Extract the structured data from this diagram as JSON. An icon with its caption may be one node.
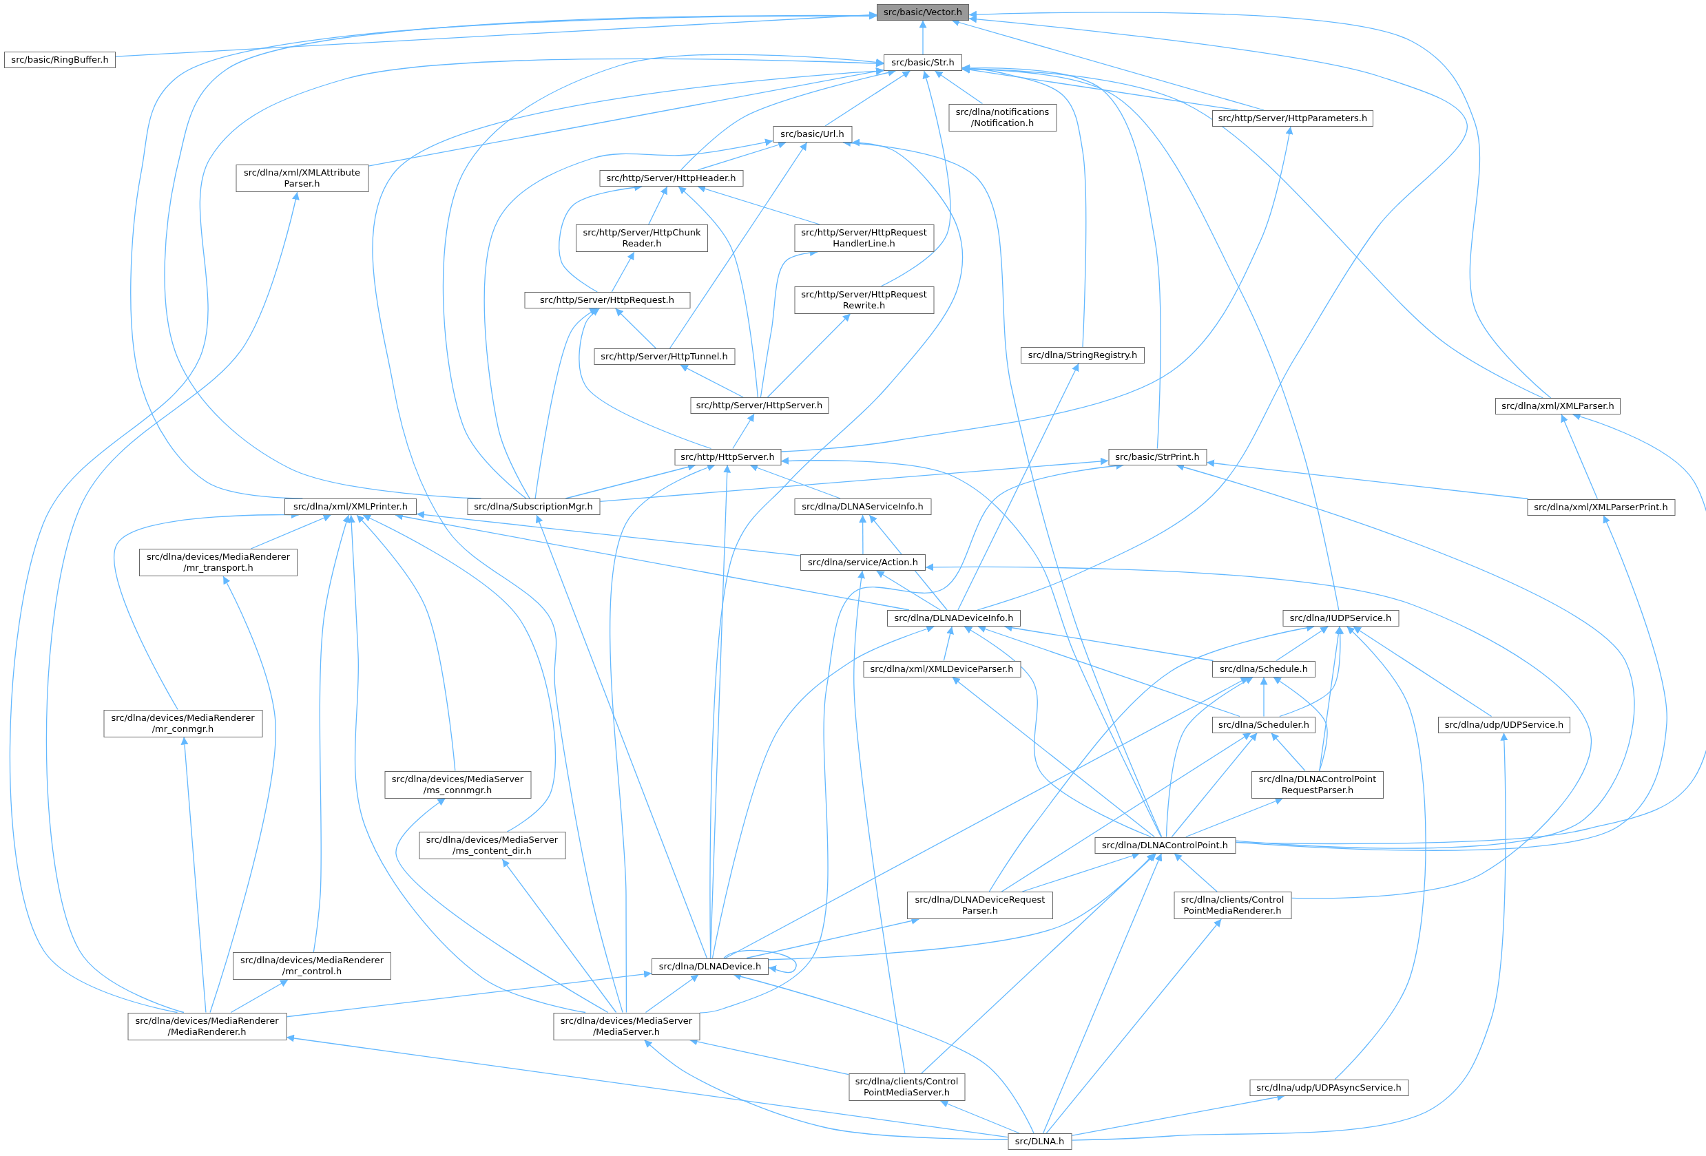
{
  "diagram": {
    "nodes": [
      {
        "text": [
          "src/basic/Vector.h"
        ]
      },
      {
        "text": [
          "src/basic/RingBuffer.h"
        ]
      },
      {
        "text": [
          "src/basic/Str.h"
        ]
      },
      {
        "text": [
          "src/basic/Url.h"
        ]
      },
      {
        "text": [
          "src/dlna/notifications /Notification.h"
        ]
      },
      {
        "text": [
          "src/http/Server/HttpParameters.h"
        ]
      },
      {
        "text": [
          "src/dlna/xml/XMLAttribute Parser.h"
        ]
      },
      {
        "text": [
          "src/http/Server/HttpHeader.h"
        ]
      },
      {
        "text": [
          "src/http/Server/HttpChunk Reader.h"
        ]
      },
      {
        "text": [
          "src/http/Server/HttpRequest HandlerLine.h"
        ]
      },
      {
        "text": [
          "src/http/Server/HttpRequest.h"
        ]
      },
      {
        "text": [
          "src/http/Server/HttpRequest Rewrite.h"
        ]
      },
      {
        "text": [
          "src/dlna/StringRegistry.h"
        ]
      },
      {
        "text": [
          "src/http/Server/HttpTunnel.h"
        ]
      },
      {
        "text": [
          "src/http/Server/HttpServer.h"
        ]
      },
      {
        "text": [
          "src/dlna/xml/XMLParser.h"
        ]
      },
      {
        "text": [
          "src/basic/StrPrint.h"
        ]
      },
      {
        "text": [
          "src/http/HttpServer.h"
        ]
      },
      {
        "text": [
          "src/dlna/xml/XMLPrinter.h"
        ]
      },
      {
        "text": [
          "src/dlna/SubscriptionMgr.h"
        ]
      },
      {
        "text": [
          "src/dlna/DLNAServiceInfo.h"
        ]
      },
      {
        "text": [
          "src/dlna/xml/XMLParserPrint.h"
        ]
      },
      {
        "text": [
          "src/dlna/devices/MediaRenderer /mr_transport.h"
        ]
      },
      {
        "text": [
          "src/dlna/service/Action.h"
        ]
      },
      {
        "text": [
          "src/dlna/DLNADeviceInfo.h"
        ]
      },
      {
        "text": [
          "src/dlna/IUDPService.h"
        ]
      },
      {
        "text": [
          "src/dlna/xml/XMLDeviceParser.h"
        ]
      },
      {
        "text": [
          "src/dlna/Schedule.h"
        ]
      },
      {
        "text": [
          "src/dlna/devices/MediaRenderer /mr_conmgr.h"
        ]
      },
      {
        "text": [
          "src/dlna/udp/UDPService.h"
        ]
      },
      {
        "text": [
          "src/dlna/Scheduler.h"
        ]
      },
      {
        "text": [
          "src/dlna/devices/MediaServer /ms_connmgr.h"
        ]
      },
      {
        "text": [
          "src/dlna/devices/MediaServer /ms_content_dir.h"
        ]
      },
      {
        "text": [
          "src/dlna/DLNAControlPoint RequestParser.h"
        ]
      },
      {
        "text": [
          "src/dlna/DLNAControlPoint.h"
        ]
      },
      {
        "text": [
          "src/dlna/DLNADeviceRequest Parser.h"
        ]
      },
      {
        "text": [
          "src/dlna/clients/Control PointMediaRenderer.h"
        ]
      },
      {
        "text": [
          "src/dlna/devices/MediaRenderer /mr_control.h"
        ]
      },
      {
        "text": [
          "src/dlna/DLNADevice.h"
        ]
      },
      {
        "text": [
          "src/dlna/devices/MediaRenderer /MediaRenderer.h"
        ]
      },
      {
        "text": [
          "src/dlna/devices/MediaServer /MediaServer.h"
        ]
      },
      {
        "text": [
          "src/dlna/clients/Control PointMediaServer.h"
        ]
      },
      {
        "text": [
          "src/dlna/udp/UDPAsyncService.h"
        ]
      },
      {
        "text": [
          "src/DLNA.h"
        ]
      }
    ],
    "edges": [
      {
        "from": 1,
        "to": 0,
        "arrow": "to"
      },
      {
        "from": 2,
        "to": 0,
        "arrow": "to"
      },
      {
        "from": 18,
        "to": 0,
        "arrow": "to"
      },
      {
        "from": 19,
        "to": 0,
        "arrow": "to"
      },
      {
        "from": 5,
        "to": 0,
        "arrow": "to"
      },
      {
        "from": 24,
        "to": 0,
        "arrow": "to"
      },
      {
        "from": 15,
        "to": 0,
        "arrow": "to"
      },
      {
        "from": 3,
        "to": 2,
        "arrow": "to"
      },
      {
        "from": 4,
        "to": 2,
        "arrow": "to"
      },
      {
        "from": 5,
        "to": 2,
        "arrow": "to"
      },
      {
        "from": 6,
        "to": 2,
        "arrow": "to"
      },
      {
        "from": 7,
        "to": 2,
        "arrow": "to"
      },
      {
        "from": 11,
        "to": 2,
        "arrow": "to"
      },
      {
        "from": 12,
        "to": 2,
        "arrow": "to"
      },
      {
        "from": 16,
        "to": 2,
        "arrow": "to"
      },
      {
        "from": 25,
        "to": 2,
        "arrow": "to"
      },
      {
        "from": 15,
        "to": 2,
        "arrow": "to"
      },
      {
        "from": 39,
        "to": 2,
        "arrow": "to"
      },
      {
        "from": 40,
        "to": 2,
        "arrow": "to"
      },
      {
        "from": 19,
        "to": 2,
        "arrow": "to"
      },
      {
        "from": 7,
        "to": 3,
        "arrow": "to"
      },
      {
        "from": 13,
        "to": 3,
        "arrow": "to"
      },
      {
        "from": 19,
        "to": 3,
        "arrow": "to"
      },
      {
        "from": 38,
        "to": 3,
        "arrow": "to"
      },
      {
        "from": 34,
        "to": 3,
        "arrow": "to"
      },
      {
        "from": 17,
        "to": 5,
        "arrow": "to"
      },
      {
        "from": 39,
        "to": 6,
        "arrow": "to"
      },
      {
        "from": 8,
        "to": 7,
        "arrow": "to"
      },
      {
        "from": 9,
        "to": 7,
        "arrow": "to"
      },
      {
        "from": 10,
        "to": 7,
        "arrow": "to"
      },
      {
        "from": 14,
        "to": 7,
        "arrow": "to"
      },
      {
        "from": 10,
        "to": 8,
        "arrow": "to"
      },
      {
        "from": 13,
        "to": 10,
        "arrow": "to"
      },
      {
        "from": 19,
        "to": 10,
        "arrow": "to"
      },
      {
        "from": 17,
        "to": 10,
        "arrow": "to"
      },
      {
        "from": 14,
        "to": 9,
        "arrow": "to"
      },
      {
        "from": 14,
        "to": 11,
        "arrow": "to"
      },
      {
        "from": 24,
        "to": 12,
        "arrow": "to"
      },
      {
        "from": 14,
        "to": 13,
        "arrow": "to"
      },
      {
        "from": 17,
        "to": 14,
        "arrow": "to"
      },
      {
        "from": 21,
        "to": 15,
        "arrow": "to"
      },
      {
        "from": 34,
        "to": 15,
        "arrow": "to"
      },
      {
        "from": 19,
        "to": 16,
        "arrow": "to"
      },
      {
        "from": 40,
        "to": 16,
        "arrow": "to"
      },
      {
        "from": 21,
        "to": 16,
        "arrow": "to"
      },
      {
        "from": 34,
        "to": 16,
        "arrow": "to"
      },
      {
        "from": 19,
        "to": 17,
        "arrow": "to"
      },
      {
        "from": 20,
        "to": 17,
        "arrow": "to"
      },
      {
        "from": 40,
        "to": 17,
        "arrow": "to"
      },
      {
        "from": 38,
        "to": 17,
        "arrow": "to"
      },
      {
        "from": 34,
        "to": 17,
        "arrow": "to"
      },
      {
        "from": 22,
        "to": 18,
        "arrow": "to"
      },
      {
        "from": 28,
        "to": 18,
        "arrow": "to"
      },
      {
        "from": 31,
        "to": 18,
        "arrow": "to"
      },
      {
        "from": 32,
        "to": 18,
        "arrow": "to"
      },
      {
        "from": 37,
        "to": 18,
        "arrow": "to"
      },
      {
        "from": 40,
        "to": 18,
        "arrow": "to"
      },
      {
        "from": 23,
        "to": 18,
        "arrow": "to"
      },
      {
        "from": 24,
        "to": 18,
        "arrow": "to"
      },
      {
        "from": 38,
        "to": 19,
        "arrow": "to"
      },
      {
        "from": 23,
        "to": 20,
        "arrow": "to"
      },
      {
        "from": 24,
        "to": 20,
        "arrow": "to"
      },
      {
        "from": 34,
        "to": 21,
        "arrow": "to"
      },
      {
        "from": 39,
        "to": 22,
        "arrow": "to"
      },
      {
        "from": 24,
        "to": 23,
        "arrow": "to"
      },
      {
        "from": 41,
        "to": 23,
        "arrow": "to"
      },
      {
        "from": 36,
        "to": 23,
        "arrow": "to"
      },
      {
        "from": 26,
        "to": 24,
        "arrow": "to"
      },
      {
        "from": 38,
        "to": 24,
        "arrow": "to"
      },
      {
        "from": 27,
        "to": 24,
        "arrow": "to"
      },
      {
        "from": 30,
        "to": 24,
        "arrow": "to"
      },
      {
        "from": 34,
        "to": 24,
        "arrow": "to"
      },
      {
        "from": 27,
        "to": 25,
        "arrow": "to"
      },
      {
        "from": 30,
        "to": 25,
        "arrow": "to"
      },
      {
        "from": 33,
        "to": 25,
        "arrow": "to"
      },
      {
        "from": 35,
        "to": 25,
        "arrow": "to"
      },
      {
        "from": 29,
        "to": 25,
        "arrow": "to"
      },
      {
        "from": 42,
        "to": 25,
        "arrow": "to"
      },
      {
        "from": 34,
        "to": 26,
        "arrow": "to"
      },
      {
        "from": 30,
        "to": 27,
        "arrow": "to"
      },
      {
        "from": 38,
        "to": 27,
        "arrow": "to"
      },
      {
        "from": 34,
        "to": 27,
        "arrow": "to"
      },
      {
        "from": 33,
        "to": 27,
        "arrow": "to"
      },
      {
        "from": 39,
        "to": 28,
        "arrow": "to"
      },
      {
        "from": 43,
        "to": 29,
        "arrow": "to"
      },
      {
        "from": 35,
        "to": 30,
        "arrow": "to"
      },
      {
        "from": 34,
        "to": 30,
        "arrow": "to"
      },
      {
        "from": 33,
        "to": 30,
        "arrow": "to"
      },
      {
        "from": 40,
        "to": 31,
        "arrow": "to"
      },
      {
        "from": 40,
        "to": 32,
        "arrow": "to"
      },
      {
        "from": 34,
        "to": 33,
        "arrow": "to"
      },
      {
        "from": 35,
        "to": 34,
        "arrow": "to"
      },
      {
        "from": 38,
        "to": 34,
        "arrow": "to"
      },
      {
        "from": 36,
        "to": 34,
        "arrow": "to"
      },
      {
        "from": 41,
        "to": 34,
        "arrow": "to"
      },
      {
        "from": 43,
        "to": 34,
        "arrow": "to"
      },
      {
        "from": 38,
        "to": 35,
        "arrow": "to"
      },
      {
        "from": 43,
        "to": 36,
        "arrow": "to"
      },
      {
        "from": 39,
        "to": 37,
        "arrow": "to"
      },
      {
        "from": 38,
        "to": 38,
        "arrow": "to"
      },
      {
        "from": 39,
        "to": 38,
        "arrow": "to"
      },
      {
        "from": 40,
        "to": 38,
        "arrow": "to"
      },
      {
        "from": 43,
        "to": 38,
        "arrow": "to"
      },
      {
        "from": 43,
        "to": 39,
        "arrow": "to"
      },
      {
        "from": 43,
        "to": 40,
        "arrow": "to"
      },
      {
        "from": 41,
        "to": 40,
        "arrow": "to"
      },
      {
        "from": 43,
        "to": 41,
        "arrow": "to"
      },
      {
        "from": 43,
        "to": 42,
        "arrow": "to"
      }
    ]
  }
}
